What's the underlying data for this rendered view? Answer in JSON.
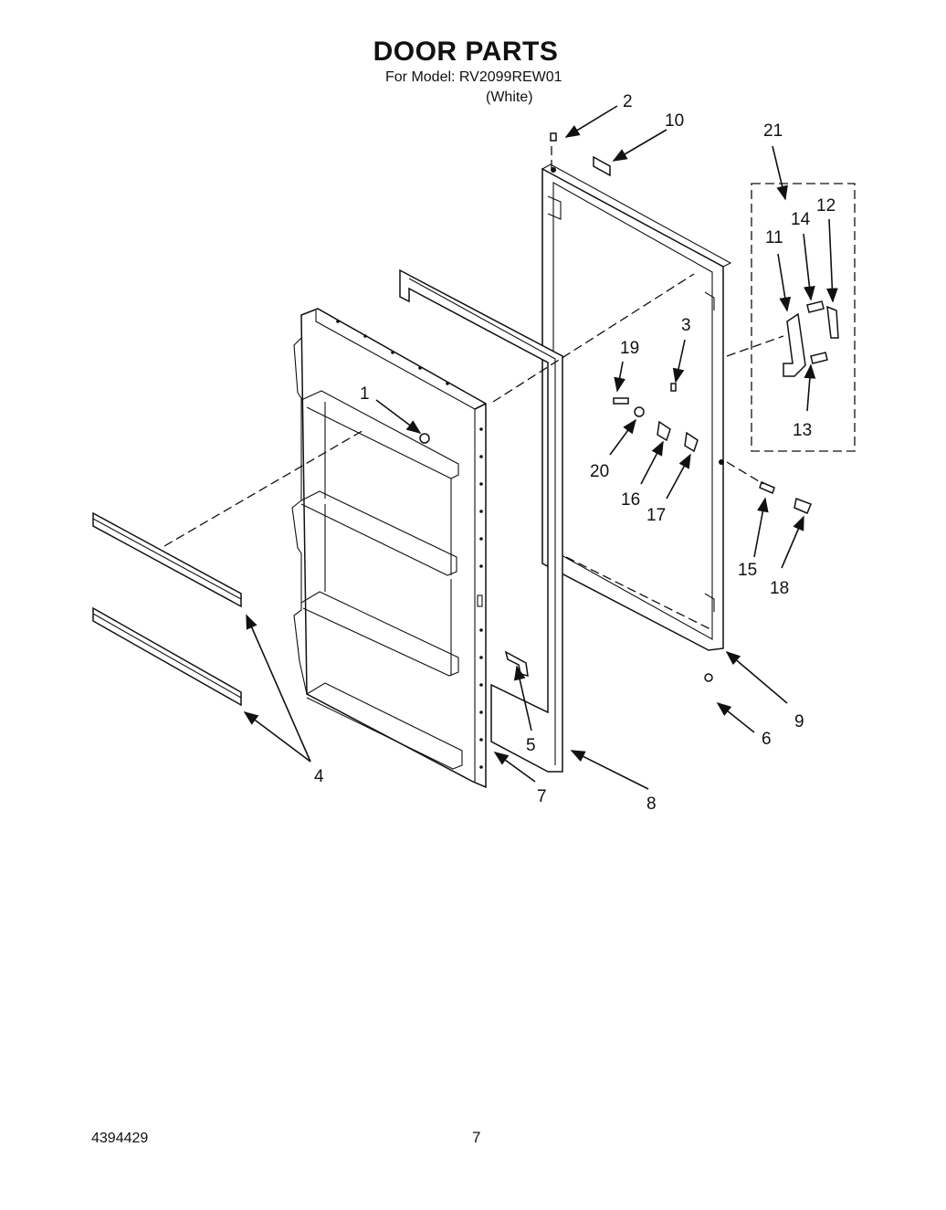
{
  "header": {
    "title": "DOOR PARTS",
    "model_line": "For Model: RV2099REW01",
    "color_line": "(White)"
  },
  "footer": {
    "doc_number": "4394429",
    "page_number": "7"
  },
  "callouts": [
    "1",
    "2",
    "3",
    "4",
    "5",
    "6",
    "7",
    "8",
    "9",
    "10",
    "11",
    "12",
    "13",
    "14",
    "15",
    "16",
    "17",
    "18",
    "19",
    "20",
    "21"
  ]
}
